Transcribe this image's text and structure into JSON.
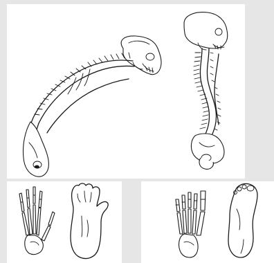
{
  "figure": {
    "panels": [
      {
        "key": "ape_spine",
        "icon": "ape-skeleton-spine-icon"
      },
      {
        "key": "human_spine",
        "icon": "human-skeleton-spine-icon"
      },
      {
        "key": "ape_foot_bones",
        "icon": "ape-foot-bones-icon"
      },
      {
        "key": "ape_footprint",
        "icon": "ape-footprint-icon"
      },
      {
        "key": "human_foot_bones",
        "icon": "human-foot-bones-icon"
      },
      {
        "key": "human_footprint",
        "icon": "human-footprint-icon"
      }
    ],
    "colors": {
      "background": "#e6e6e6",
      "panel": "#ffffff",
      "ink": "#1a1a1a"
    }
  }
}
